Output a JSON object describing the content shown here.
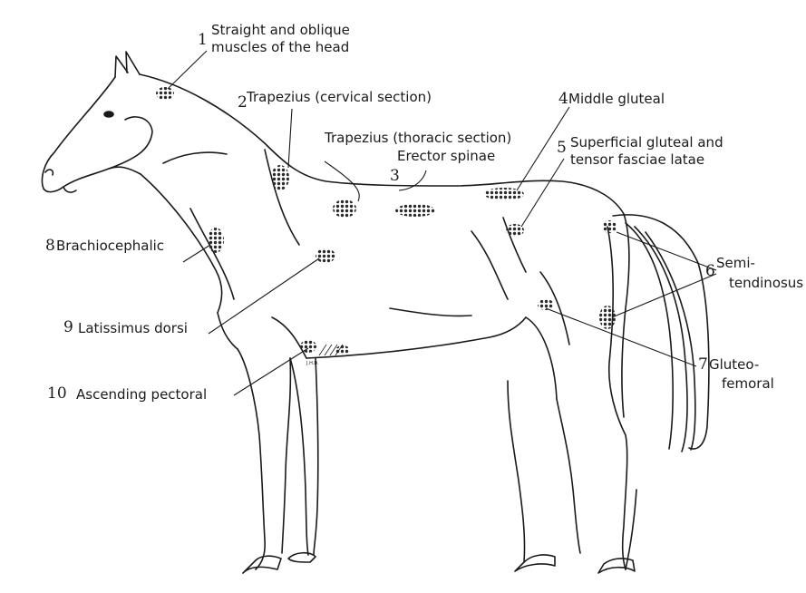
{
  "title": "",
  "colors": {
    "ink": "#1a1a1a",
    "dots": "#2a2a2a",
    "background": "#ffffff"
  },
  "artist_monogram": "J.H.D.",
  "labels": [
    {
      "id": 1,
      "number": "1",
      "lines": [
        "Straight and oblique",
        "muscles of the head"
      ]
    },
    {
      "id": 2,
      "number": "2",
      "lines": [
        "Trapezius (cervical section)"
      ]
    },
    {
      "id": 3,
      "number": "3",
      "lines": [
        "Trapezius (thoracic section)",
        "Erector spinae"
      ]
    },
    {
      "id": 4,
      "number": "4",
      "lines": [
        "Middle gluteal"
      ]
    },
    {
      "id": 5,
      "number": "5",
      "lines": [
        "Superficial gluteal and",
        "tensor fasciae latae"
      ]
    },
    {
      "id": 6,
      "number": "6",
      "lines": [
        "Semi-",
        "tendinosus"
      ]
    },
    {
      "id": 7,
      "number": "7",
      "lines": [
        "Gluteo-",
        "femoral"
      ]
    },
    {
      "id": 8,
      "number": "8",
      "lines": [
        "Brachiocephalic"
      ]
    },
    {
      "id": 9,
      "number": "9",
      "lines": [
        "Latissimus dorsi"
      ]
    },
    {
      "id": 10,
      "number": "10",
      "lines": [
        "Ascending pectoral"
      ]
    }
  ]
}
